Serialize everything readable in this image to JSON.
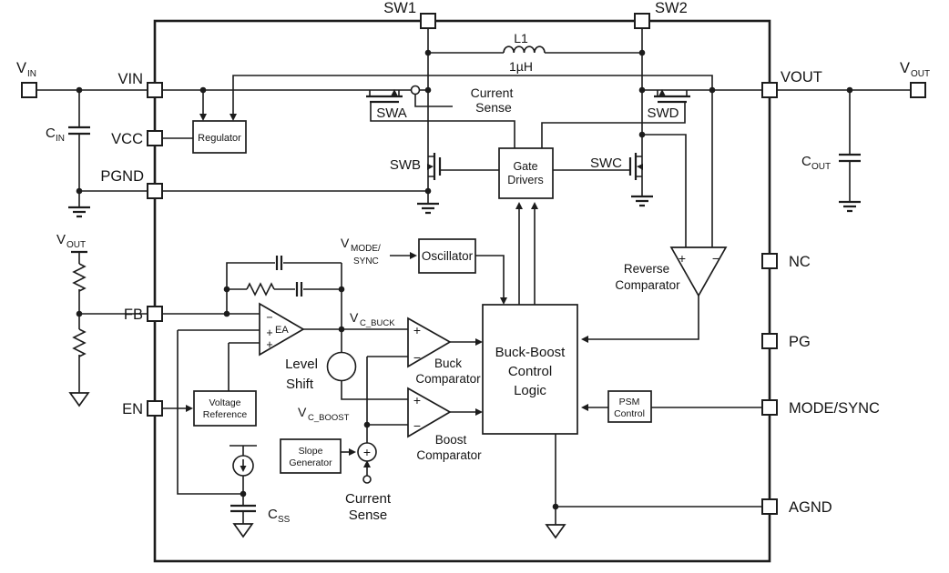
{
  "ic": {
    "pins": {
      "sw1": "SW1",
      "sw2": "SW2",
      "vin": "VIN",
      "vcc": "VCC",
      "pgnd": "PGND",
      "fb": "FB",
      "en": "EN",
      "vout": "VOUT",
      "nc": "NC",
      "pg": "PG",
      "mode_sync": "MODE/SYNC",
      "agnd": "AGND"
    },
    "blocks": {
      "regulator": "Regulator",
      "gate_drivers": [
        "Gate",
        "Drivers"
      ],
      "oscillator": "Oscillator",
      "control_logic": [
        "Buck-Boost",
        "Control",
        "Logic"
      ],
      "psm": [
        "PSM",
        "Control"
      ],
      "voltage_reference": [
        "Voltage",
        "Reference"
      ],
      "slope_generator": [
        "Slope",
        "Generator"
      ]
    },
    "switches": {
      "swa": "SWA",
      "swb": "SWB",
      "swc": "SWC",
      "swd": "SWD"
    },
    "amplifiers": {
      "ea": "EA",
      "level_shift": [
        "Level",
        "Shift"
      ],
      "buck_comparator": [
        "Buck",
        "Comparator"
      ],
      "boost_comparator": [
        "Boost",
        "Comparator"
      ],
      "reverse_comparator": [
        "Reverse",
        "Comparator"
      ]
    },
    "nets": {
      "vc_buck": {
        "base": "V",
        "sub": "C_BUCK"
      },
      "vc_boost": {
        "base": "V",
        "sub": "C_BOOST"
      },
      "vmode_sync": {
        "base": "V",
        "sub_line1": "MODE/",
        "sub_line2": "SYNC"
      },
      "current_sense_top": [
        "Current",
        "Sense"
      ],
      "current_sense_bottom": [
        "Current",
        "Sense"
      ]
    },
    "signs": {
      "plus": "+",
      "minus": "−"
    }
  },
  "external": {
    "vin": {
      "base": "V",
      "sub": "IN"
    },
    "vout_right": {
      "base": "V",
      "sub": "OUT"
    },
    "vout_divider": {
      "base": "V",
      "sub": "OUT"
    },
    "cin": {
      "base": "C",
      "sub": "IN"
    },
    "cout": {
      "base": "C",
      "sub": "OUT"
    },
    "css": {
      "base": "C",
      "sub": "SS"
    },
    "inductor": {
      "name": "L1",
      "value": "1µH"
    }
  }
}
